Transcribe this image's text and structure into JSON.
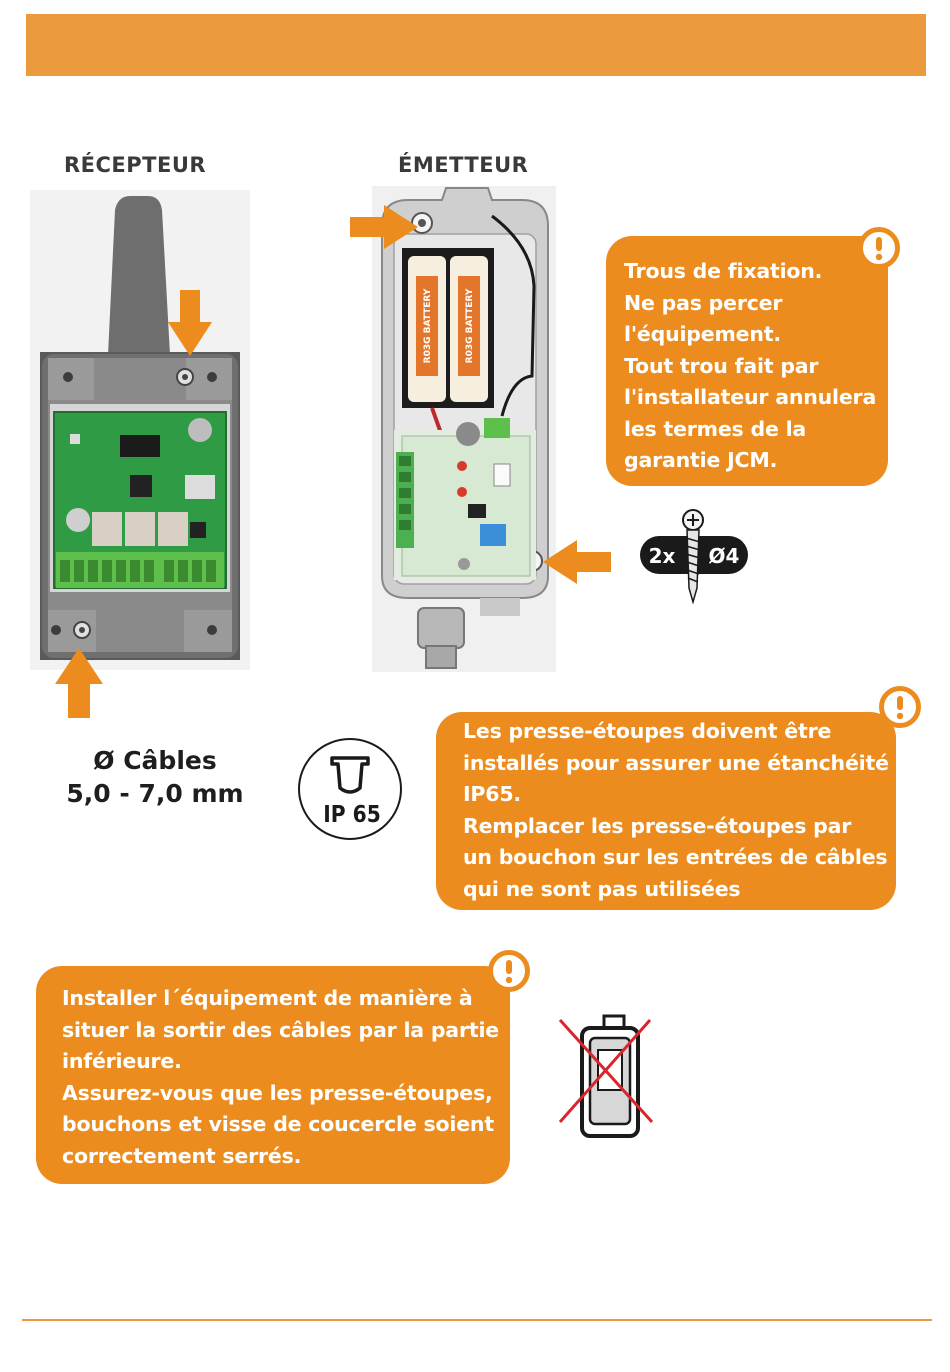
{
  "header": {
    "color": "#ec9a3e"
  },
  "receiver": {
    "title": "RÉCEPTEUR"
  },
  "transmitter": {
    "title": "ÉMETTEUR",
    "battery_label": "R03G BATTERY"
  },
  "screws": {
    "count": "2x",
    "diameter": "Ø4"
  },
  "fixing_note": {
    "lines": [
      "Trous de fixation.",
      "Ne pas percer",
      "l'équipement.",
      "Tout trou fait par",
      "l'installateur annulera",
      "les termes de la",
      "garantie JCM."
    ]
  },
  "cables": {
    "title": "Ø Câbles",
    "range": "5,0 - 7,0 mm"
  },
  "ip_badge": {
    "label": "IP 65"
  },
  "gland_note": {
    "lines": [
      "Les presse-étoupes doivent être",
      "installés pour assurer une étanchéité",
      "IP65.",
      "Remplacer les presse-étoupes par",
      "un bouchon sur les entrées de câbles",
      "qui ne sont pas utilisées"
    ]
  },
  "install_note": {
    "lines": [
      "Installer l´équipement de manière à",
      "situer la sortir des câbles par la partie",
      "inférieure.",
      "Assurez-vous que les presse-étoupes,",
      "bouchons et visse de coucercle soient",
      "correctement serrés."
    ]
  },
  "colors": {
    "accent": "#ec8c1e",
    "cross": "#d8262e"
  },
  "icons": [
    "warning-icon",
    "arrow-icon",
    "screw-icon",
    "cable-gland-icon",
    "crossed-device-icon"
  ]
}
